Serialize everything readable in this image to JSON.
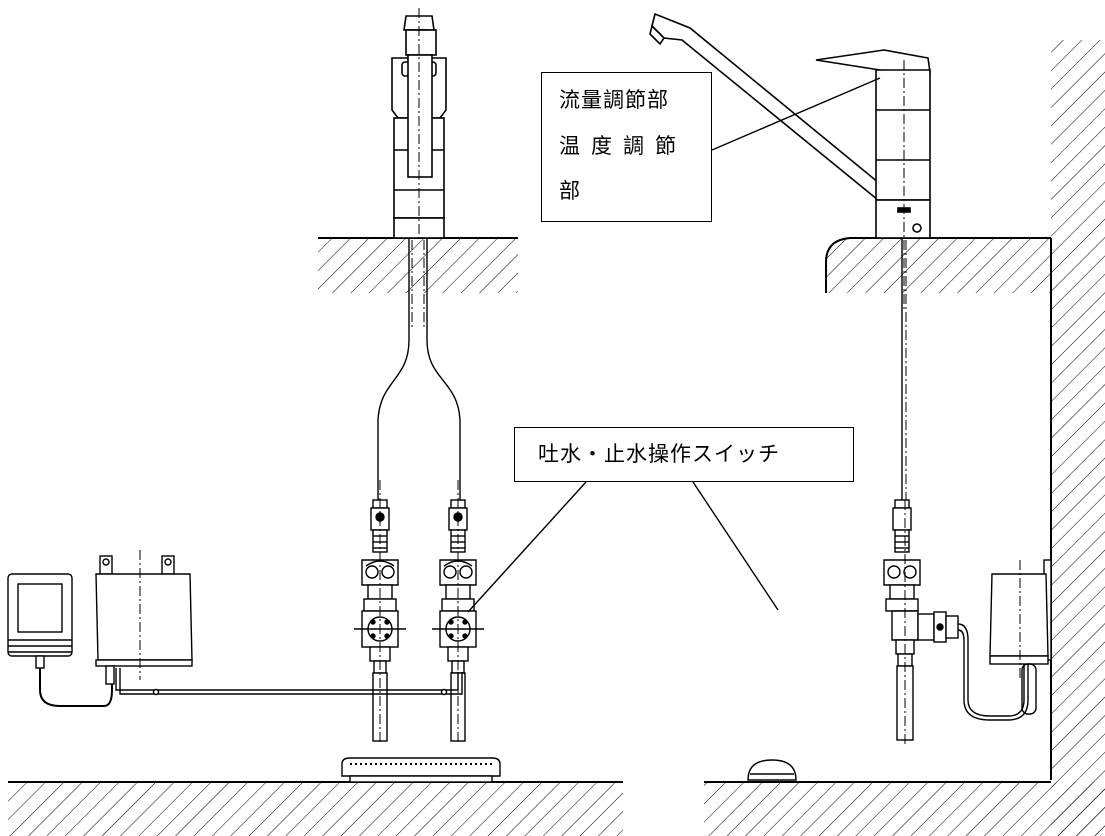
{
  "labels": {
    "temp_flow_box": {
      "line1": "流量調節部",
      "line2": "温度調節",
      "line3": "部"
    },
    "switch_box": {
      "text": "吐水・止水操作スイッチ"
    }
  },
  "colors": {
    "line": "#000000",
    "background": "#ffffff"
  }
}
